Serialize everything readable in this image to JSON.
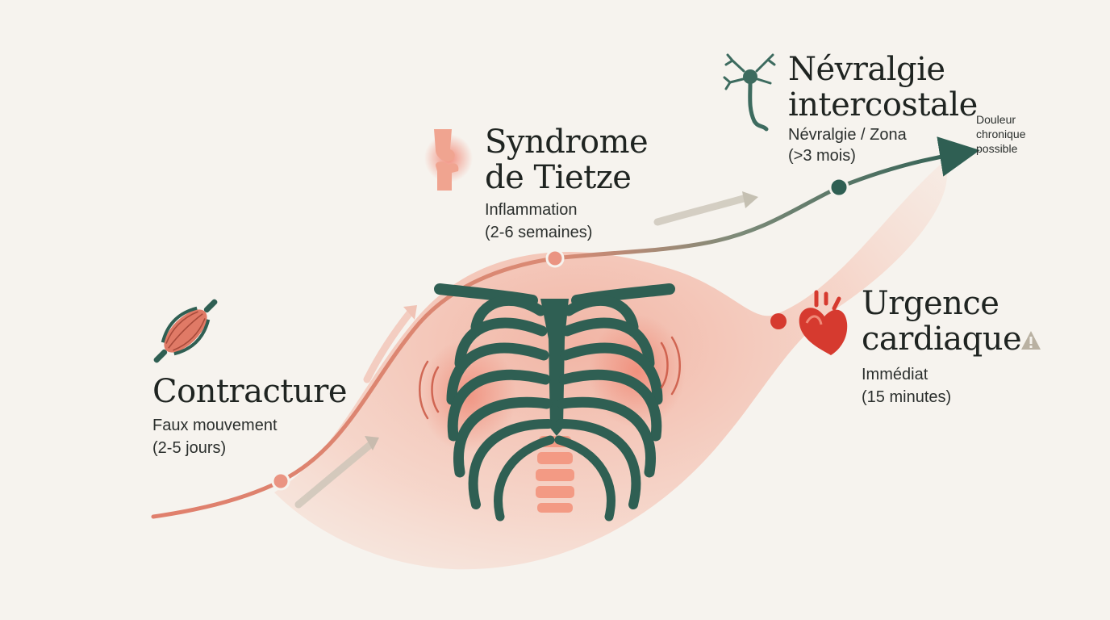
{
  "stages": [
    {
      "id": "contracture",
      "title": [
        "Contracture"
      ],
      "cause": "Faux mouvement",
      "duration": "(2-5 jours)",
      "icon": "muscle-icon",
      "color": "#e47c68"
    },
    {
      "id": "tietze",
      "title": [
        "Syndrome",
        "de Tietze"
      ],
      "cause": "Inflammation",
      "duration": "(2-6 semaines)",
      "icon": "joint-icon",
      "color": "#e47c68"
    },
    {
      "id": "nevralgie",
      "title": [
        "Névralgie",
        "intercostale"
      ],
      "cause": "Névralgie / Zona",
      "duration": "(>3 mois)",
      "note": [
        "Douleur",
        "chronique",
        "possible"
      ],
      "icon": "neuron-icon",
      "color": "#3d6b5f"
    },
    {
      "id": "urgence",
      "title": [
        "Urgence",
        "cardiaque"
      ],
      "cause": "Immédiat",
      "duration": "(15 minutes)",
      "icon": "heart-icon",
      "warning_icon": "warning-triangle-icon",
      "color": "#d63a2f"
    }
  ],
  "illustration": "ribcage-icon",
  "colors": {
    "background": "#f6f3ee",
    "ribcage": "#2f5f53",
    "inflammation": "#e8705a",
    "path_start": "#e07f6c",
    "path_end": "#2f5f53",
    "alert": "#d63a2f"
  }
}
